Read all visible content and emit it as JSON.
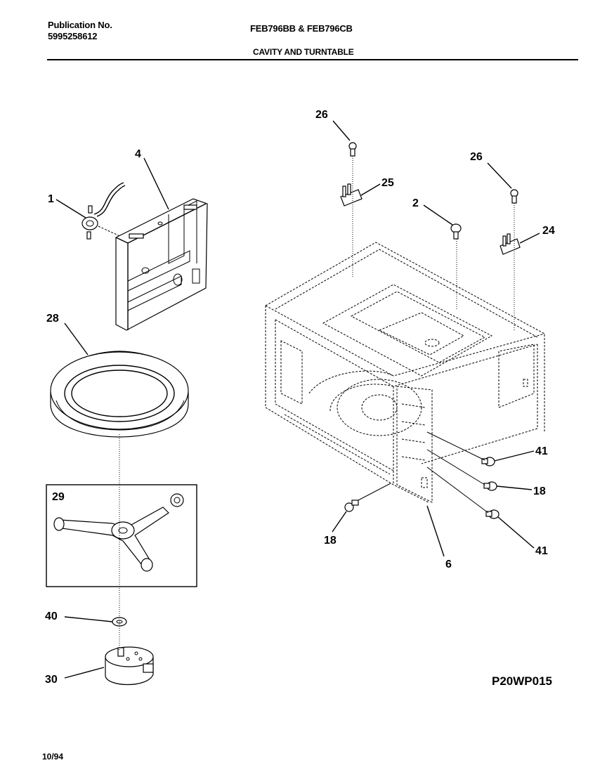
{
  "header": {
    "publication_label": "Publication No.",
    "publication_number": "5995258612",
    "models": "FEB796BB & FEB796CB",
    "section_title": "CAVITY AND TURNTABLE"
  },
  "callouts": {
    "c1": "1",
    "c2": "2",
    "c4": "4",
    "c6": "6",
    "c18a": "18",
    "c18b": "18",
    "c24": "24",
    "c25": "25",
    "c26a": "26",
    "c26b": "26",
    "c28": "28",
    "c29": "29",
    "c30": "30",
    "c40": "40",
    "c41a": "41",
    "c41b": "41"
  },
  "footer": {
    "date": "10/94",
    "diagram_code": "P20WP015"
  }
}
